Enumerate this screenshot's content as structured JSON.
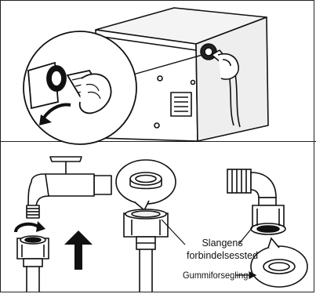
{
  "labels": {
    "hose_connection_line1": "Slangens",
    "hose_connection_line2": "forbindelsessted",
    "rubber_gasket": "Gummiforsegling"
  }
}
